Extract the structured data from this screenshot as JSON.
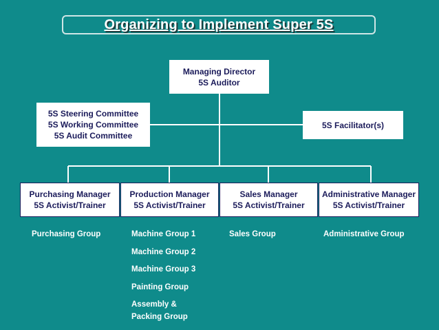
{
  "title": "Organizing to Implement Super 5S",
  "top": {
    "line1": "Managing Director",
    "line2": "5S Auditor"
  },
  "left_committee": {
    "line1": "5S Steering Committee",
    "line2": "5S Working Committee",
    "line3": "5S Audit Committee"
  },
  "facilitator": {
    "line1": "5S Facilitator(s)"
  },
  "managers": [
    {
      "line1": "Purchasing Manager",
      "line2": "5S Activist/Trainer"
    },
    {
      "line1": "Production Manager",
      "line2": "5S Activist/Trainer"
    },
    {
      "line1": "Sales Manager",
      "line2": "5S Activist/Trainer"
    },
    {
      "line1": "Administrative Manager",
      "line2": "5S Activist/Trainer"
    }
  ],
  "groups": {
    "purchasing": [
      "Purchasing Group"
    ],
    "production": [
      "Machine Group 1",
      "Machine Group 2",
      "Machine Group 3",
      "Painting Group",
      "Assembly &",
      "Packing  Group"
    ],
    "sales": [
      "Sales Group"
    ],
    "administrative": [
      "Administrative Group"
    ]
  },
  "colors": {
    "background": "#0f8b8b",
    "box": "#ffffff",
    "box_text": "#1b1b5a",
    "line": "#ffffff"
  }
}
